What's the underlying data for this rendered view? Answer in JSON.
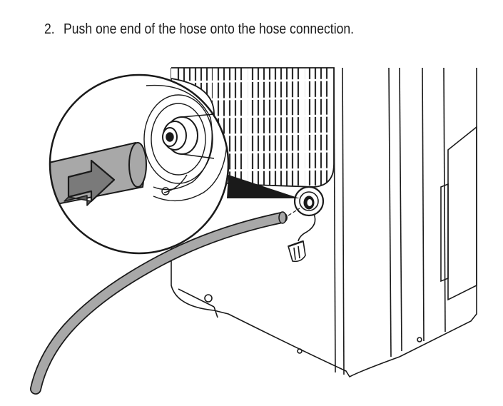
{
  "step": {
    "number": "2.",
    "text": "Push one end of the hose onto the hose connection."
  },
  "illustration": {
    "device": "air-conditioner-rear",
    "colors": {
      "outline": "#1a1a1a",
      "hose": "#a8a8a8",
      "arrow": "#7a7a7a",
      "grille": "#2b2b2b"
    }
  }
}
